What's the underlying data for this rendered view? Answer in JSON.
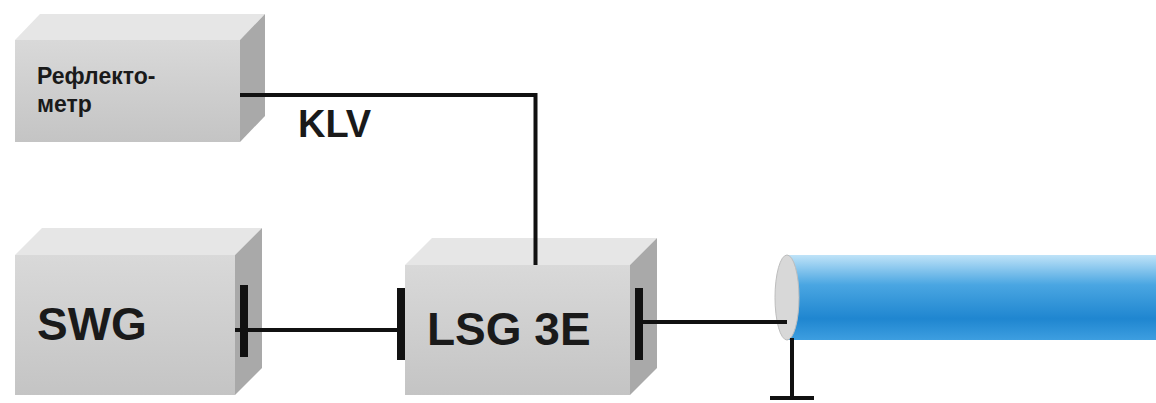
{
  "diagram": {
    "nodes": [
      {
        "text": [
          "Рефлекто- метр"
        ]
      },
      {
        "text": [
          "SWG"
        ]
      },
      {
        "text": [
          "LSG 3E"
        ]
      }
    ],
    "edges": [
      {
        "from": 0,
        "to": 2,
        "arrow": "none",
        "label": "KLV"
      },
      {
        "from": 1,
        "to": 2,
        "arrow": "none"
      }
    ]
  }
}
